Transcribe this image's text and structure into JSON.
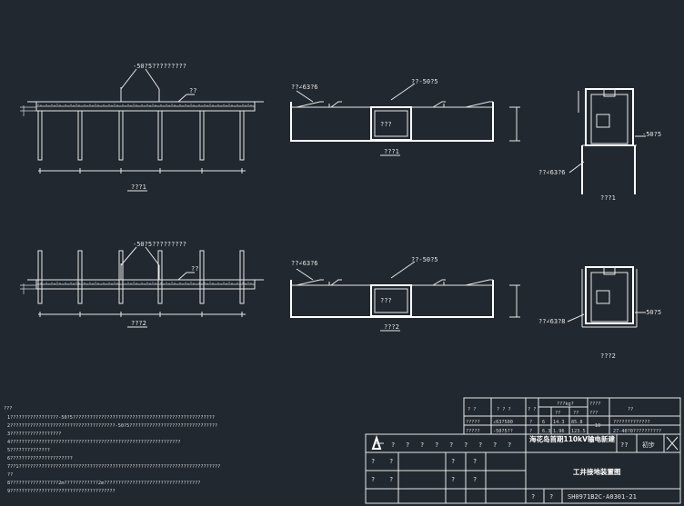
{
  "colors": {
    "background": "#212830",
    "line": "#e8e8e8",
    "text": "#e6e6e6"
  },
  "view1": {
    "callout_top": "-50?5?????????",
    "right_label": "??",
    "caption": "???1"
  },
  "view2": {
    "callout_top": "-50?5?????????",
    "right_label": "??",
    "caption": "???2"
  },
  "mid1": {
    "left_label": "??∠63?6",
    "right_label": "??-50?5",
    "box_label": "???",
    "caption": "???1"
  },
  "mid2": {
    "left_label": "??∠63?6",
    "right_label": "??-50?5",
    "box_label": "???",
    "caption": "???2"
  },
  "right1": {
    "flat_label": "-50?5",
    "angle_label": "??∠63?6",
    "caption": "???1"
  },
  "right2": {
    "flat_label": "-50?5",
    "angle_label": "??∠63?8",
    "caption": "???2"
  },
  "notes": {
    "heading": "???",
    "lines": [
      "1?????????????????-50?5??????????????????????????????????????????????????",
      "2?????????????????????????????????????-50?5???????????????????????????????",
      "3??????????????????",
      "4????????????????????????????????????????????????????????????",
      "5??????????????",
      "6??????????????????????",
      "7??1???????????????????????????????????????????????????????????????????????",
      "  ??",
      "8?????????????????2m????????????2m??????????????????????????????????",
      "9?????????????????????????????????????"
    ]
  },
  "material_table": {
    "header": [
      "? ?",
      "? ? ?",
      "? ?",
      "???kg?",
      "????",
      "??"
    ],
    "subheader": [
      "??",
      "??",
      "???"
    ],
    "rows": [
      {
        "name": "?????",
        "spec": "∠63?500",
        "unit": "?",
        "qty": "6",
        "w1": "14.3",
        "w2": "85.8",
        "n": "10",
        "remark": "?????????????"
      },
      {
        "name": "?????",
        "spec": "-50?5??",
        "unit": "?",
        "qty": "6.3",
        "w1": "1.96",
        "w2": "123.5",
        "n": "",
        "remark": "27-40?0??????????"
      }
    ]
  },
  "title_block": {
    "header_cells": [
      "?",
      "?",
      "?",
      "?",
      "?",
      "?",
      "?",
      "?",
      "?"
    ],
    "project": "海花岛首期110kV输电新建",
    "stage_label": "??",
    "stage_value": "初步",
    "drawing_title": "工井接地装置图",
    "drawing_no": "SH0971B2C-A0301-21",
    "sig_cells": [
      "?",
      "?",
      "?",
      "?",
      "?",
      "?",
      "?",
      "?"
    ],
    "footer_cells": [
      "?",
      "?"
    ]
  }
}
